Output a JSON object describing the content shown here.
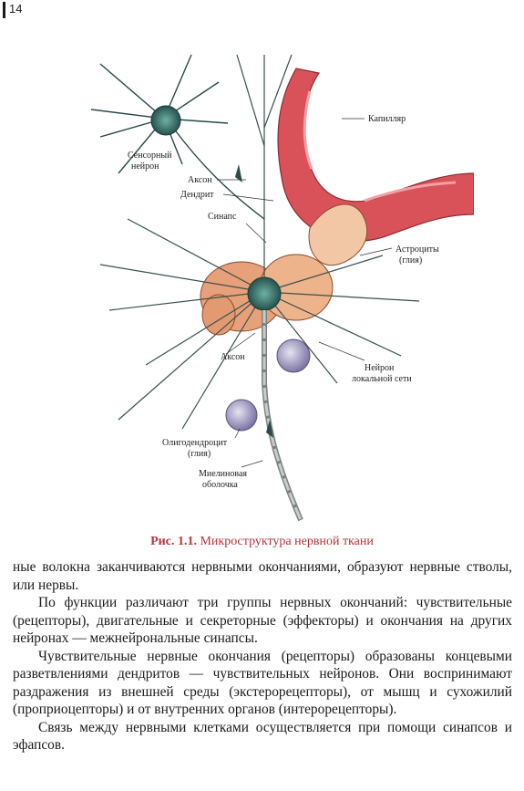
{
  "page": {
    "number": "14"
  },
  "figure": {
    "labels": {
      "capillary": "Капилляр",
      "sensory_neuron_1": "Сенсорный",
      "sensory_neuron_2": "нейрон",
      "axon_top": "Аксон",
      "dendrite": "Дендрит",
      "synapse": "Синапс",
      "astrocytes_1": "Астроциты",
      "astrocytes_2": "(глия)",
      "axon_bottom": "Аксон",
      "local_neuron_1": "Нейрон",
      "local_neuron_2": "локальной сети",
      "oligodendrocyte_1": "Олигодендроцит",
      "oligodendrocyte_2": "(глия)",
      "myelin_1": "Миелиновая",
      "myelin_2": "оболочка"
    },
    "caption_number": "Рис. 1.1.",
    "caption_title": "Микроструктура нервной ткани"
  },
  "body": {
    "paragraphs": [
      "ные волокна заканчиваются нервными окончаниями, образуют нервные стволы, или нервы.",
      "По функции различают три группы нервных окончаний: чувствительные (рецепторы), двигательные и секреторные (эффекторы) и окончания на других нейронах — межнейрональные синапсы.",
      "Чувствительные нервные окончания (рецепторы) образованы концевыми разветвлениями дендритов — чувствительных нейронов. Они воспринимают раздражения из внешней среды (экстерорецепторы), от мышц и сухожилий (проприоцепторы) и от внутренних органов (интерорецепторы).",
      "Связь между нервными клетками осуществляется при помощи синапсов и эфапсов."
    ]
  }
}
